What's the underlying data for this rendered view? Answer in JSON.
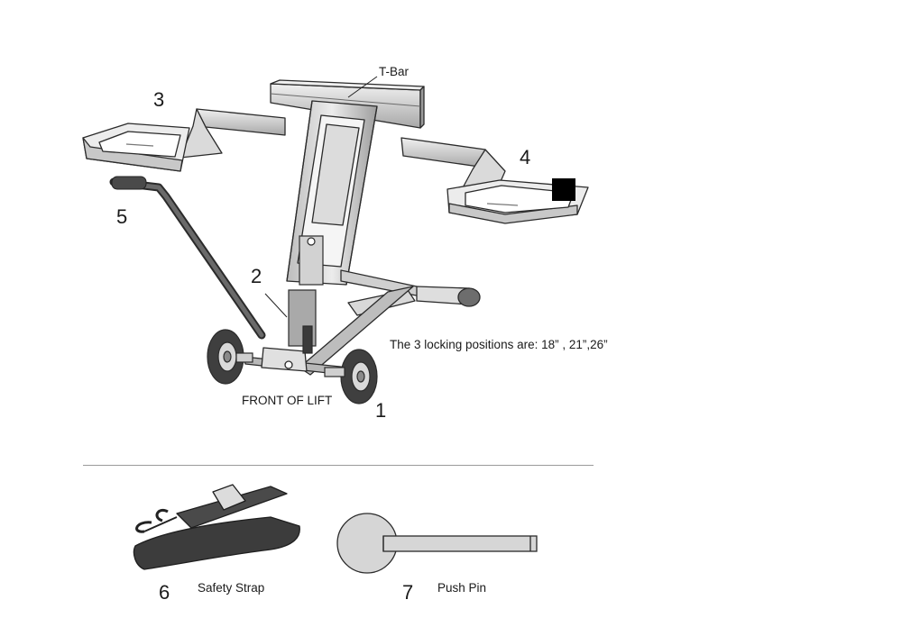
{
  "labels": {
    "tbar": "T-Bar",
    "n1": "1",
    "n2": "2",
    "n3": "3",
    "n4": "4",
    "n5": "5",
    "n6": "6",
    "n7": "7",
    "front": "FRONT OF LIFT",
    "locking": "The 3 locking positions are: 18” , 21”,26”",
    "safety_strap": "Safety Strap",
    "push_pin": "Push Pin"
  },
  "colors": {
    "line": "#2b2b2b",
    "metal_light": "#e2e2e2",
    "metal_mid": "#c4c4c4",
    "metal_dark": "#8d8d8d",
    "rubber": "#4a4a4a",
    "strap": "#3c3c3c",
    "pin_fill": "#d6d6d6"
  }
}
